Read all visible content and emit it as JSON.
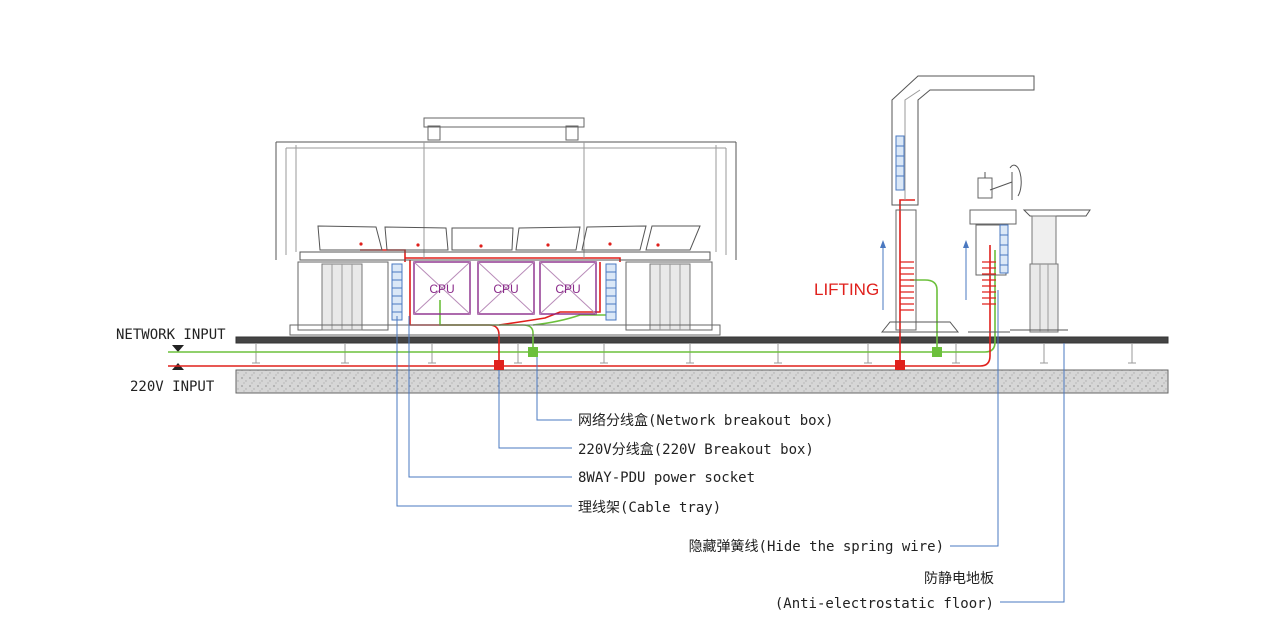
{
  "inputs": {
    "network": "NETWORK INPUT",
    "power": "220V INPUT"
  },
  "lifting_label": "LIFTING",
  "cpu_label": "CPU",
  "callouts": {
    "network_box": "网络分线盒(Network breakout box)",
    "power_box": "220V分线盒(220V Breakout box)",
    "pdu": "8WAY-PDU power socket",
    "cable_tray": "理线架(Cable tray)",
    "spring_wire": "隐藏弹簧线(Hide the spring wire)",
    "floor_cn": "防静电地板",
    "floor_en": "(Anti-electrostatic floor)"
  },
  "colors": {
    "power_line": "#e0201c",
    "network_line": "#6cc03c",
    "leader_line": "#4a78c0",
    "outline": "#555555"
  }
}
